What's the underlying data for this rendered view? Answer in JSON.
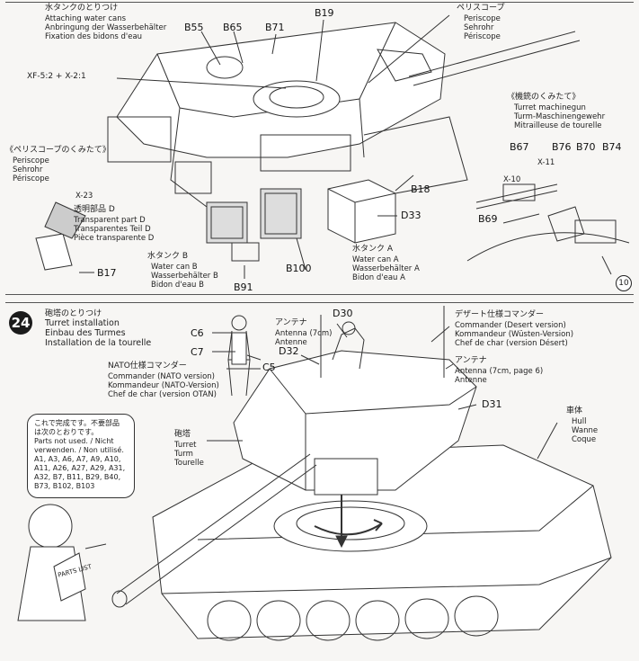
{
  "watermark": {
    "brand": "",
    "sub": ""
  },
  "step23": {
    "water_cans": {
      "jp": "水タンクのとりつけ",
      "en": "Attaching water cans",
      "de": "Anbringung der Wasserbehälter",
      "fr": "Fixation des bidons d'eau"
    },
    "periscope_top": {
      "jp": "ペリスコープ",
      "en": "Periscope",
      "de": "Sehrohr",
      "fr": "Périscope"
    },
    "periscope_left": {
      "jp": "《ペリスコープのくみたて》",
      "en": "Periscope",
      "de": "Sehrohr",
      "fr": "Périscope"
    },
    "transparent": {
      "jp": "透明部品 D",
      "en": "Transparent part D",
      "de": "Transparentes Teil D",
      "fr": "Pièce transparente D"
    },
    "water_can_b": {
      "jp": "水タンク B",
      "en": "Water can B",
      "de": "Wasserbehälter B",
      "fr": "Bidon d'eau B"
    },
    "water_can_a": {
      "jp": "水タンク A",
      "en": "Water can A",
      "de": "Wasserbehälter A",
      "fr": "Bidon d'eau A"
    },
    "turret_mg": {
      "jp": "《機銃のくみたて》",
      "en": "Turret machinegun",
      "de": "Turm-Maschinengewehr",
      "fr": "Mitrailleuse de tourelle"
    },
    "xf_note": "XF-5:2 + X-2:1",
    "x23": "X-23",
    "x10": "X-10",
    "x11": "X-11",
    "parts": {
      "b55": "B55",
      "b65": "B65",
      "b71": "B71",
      "b19": "B19",
      "b17": "B17",
      "b91": "B91",
      "b100": "B100",
      "b18": "B18",
      "d33": "D33",
      "b67": "B67",
      "b76": "B76",
      "b70": "B70",
      "b74": "B74",
      "b69": "B69"
    },
    "ref_step": "10"
  },
  "step24": {
    "number": "24",
    "title": {
      "jp": "砲塔のとりつけ",
      "en": "Turret installation",
      "de": "Einbau des Turmes",
      "fr": "Installation de la tourelle"
    },
    "antenna7": {
      "jp": "アンテナ",
      "en": "Antenna (7cm)",
      "de": "Antenne",
      "fr": "Antenne"
    },
    "desert_commander": {
      "jp": "デザート仕様コマンダー",
      "en": "Commander (Desert version)",
      "de": "Kommandeur (Wüsten-Version)",
      "fr": "Chef de char (version Désert)"
    },
    "antenna_page6": {
      "jp": "アンテナ",
      "en": "Antenna (7cm, page 6)",
      "de": "Antenne"
    },
    "nato_commander": {
      "jp": "NATO仕様コマンダー",
      "en": "Commander (NATO version)",
      "de": "Kommandeur (NATO-Version)",
      "fr": "Chef de char (version OTAN)"
    },
    "hull": {
      "jp": "車体",
      "en": "Hull",
      "de": "Wanne",
      "fr": "Coque"
    },
    "turret": {
      "jp": "砲塔",
      "en": "Turret",
      "de": "Turm",
      "fr": "Tourelle"
    },
    "parts": {
      "c6": "C6",
      "c7": "C7",
      "c5": "C5",
      "d30": "D30",
      "d32": "D32",
      "d31": "D31"
    },
    "bubble_lines": [
      "これで完成です。不要部品",
      "は次のとおりです。",
      "Parts not used. / Nicht",
      "verwenden. / Non utilisé.",
      "A1, A3, A6, A7, A9, A10,",
      "A11, A26, A27, A29, A31,",
      "A32, B7, B11, B29, B40,",
      "B73, B102, B103"
    ],
    "paper_text": "PARTS LIST"
  }
}
